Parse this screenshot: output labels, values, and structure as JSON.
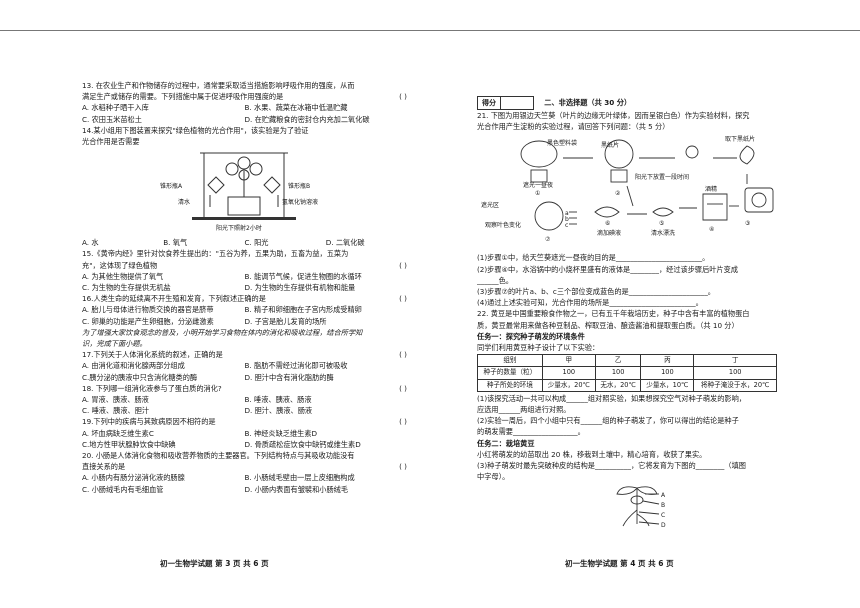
{
  "left": {
    "q13": {
      "stem1": "13. 在农业生产和作物储存的过程中，通常要采取适当措施影响呼吸作用的强度，从而",
      "stem2": "满足生产或储存的需要。下列措施中属于促进呼吸作用强度的是",
      "bracket": "(       )",
      "A": "A. 水稻种子晒干入库",
      "B": "B. 水果、蔬菜在冰箱中低温贮藏",
      "C": "C. 农田玉米苗松土",
      "D": "D. 在贮藏粮食的密封仓内充加二氧化碳"
    },
    "q14": {
      "stem1": "14.某小组用下图装置来探究\"绿色植物的光合作用\"，该实验是为了验证",
      "stem2": "光合作用是否需要",
      "fig_labels": [
        "锥形瓶A",
        "清水",
        "锥形瓶B",
        "氢氧化钠溶液",
        "阳光下照射2小时"
      ],
      "A": "A. 水",
      "B": "B. 氧气",
      "C": "C. 阳光",
      "D": "D. 二氧化碳"
    },
    "q15": {
      "stem1": "15.《黄帝内经》里针对饮食养生提出的：\"五谷为养，五果为助，五畜为益，五菜为",
      "stem2": "充\"，这体现了绿色植物",
      "bracket": "(       )",
      "A": "A. 为其他生物提供了氧气",
      "B": "B. 能调节气候，促进生物圈的水循环",
      "C": "C. 为生物的生存提供无机盐",
      "D": "D. 为生物的生存提供有机物和能量"
    },
    "q16": {
      "stem": "16.人类生命的延续离不开生殖和发育，下列叙述正确的是",
      "bracket": "(       )",
      "A": "A. 胎儿与母体进行物质交换的器官是脐带",
      "B": "B. 精子和卵细胞在子宫内形成受精卵",
      "C": "C. 卵巢的功能是产生卵细胞，分泌雌激素",
      "D": "D. 子宫是胎儿发育的场所"
    },
    "note1": "为了增强大家饮食观念的普及，小明开始学习食物在体内的消化和吸收过程，结合所学知",
    "note2": "识，完成下面小题。",
    "q17": {
      "stem": "17.下列关于人体消化系统的叙述，正确的是",
      "bracket": "(       )",
      "A": "A. 由消化道和消化腺两部分组成",
      "B": "B. 脂肪不需经过消化即可被吸收",
      "C": "C.胰分泌的胰液中只含消化糖类的酶",
      "D": "D. 胆汁中含有消化脂肪的酶"
    },
    "q18": {
      "stem": "18. 下列哪一组消化液参与了蛋白质的消化?",
      "bracket": "(       )",
      "A": "A. 胃液、胰液、肠液",
      "B": "B. 唾液、胰液、肠液",
      "C": "C. 唾液、胰液、胆汁",
      "D": "D. 胆汁、胰液、肠液"
    },
    "q19": {
      "stem": "19.下列中的疾病与其致病原因不相符的是",
      "bracket": "(       )",
      "A": "A. 坏血病缺乏维生素C",
      "B": "B. 神经炎缺乏维生素D",
      "C": "C.地方性甲状腺肿饮食中缺碘",
      "D": "D. 骨质疏松症饮食中缺钙或维生素D"
    },
    "q20": {
      "stem1": "20. 小肠是人体消化食物和吸收营养物质的主要器官。下列结构特点与其吸收功能没有",
      "stem2": "直接关系的是",
      "bracket": "(       )",
      "A": "A. 小肠内有肠分泌消化液的肠腺",
      "B": "B. 小肠绒毛壁由一层上皮细胞构成",
      "C": "C. 小肠绒毛内有毛细血管",
      "D": "D. 小肠内表面有皱襞和小肠绒毛"
    },
    "footer": "初一生物学试题   第 3 页 共 6 页"
  },
  "right": {
    "score_label": "得分",
    "section": "二、非选择题（共 30 分）",
    "q21": {
      "stem1": "21. 下图为用银边天竺葵（叶片的边缘无叶绿体，因而呈银白色）作为实验材料，探究",
      "stem2": "光合作用产生淀粉的实验过程，请回答下列问题：（共 5 分）",
      "fig_labels": [
        "黑色塑料袋",
        "遮光一昼夜",
        "黑纸片",
        "阳光下放置一段时间",
        "取下黑纸片",
        "酒精",
        "遮光区",
        "观察叶色变化",
        "滴加碘液",
        "清水漂洗",
        "①",
        "②",
        "③",
        "④",
        "⑤",
        "⑥",
        "⑦",
        "a",
        "b",
        "c"
      ],
      "p1a": "(1)步骤①中，给天竺葵遮光一昼夜的目的是",
      "p1b": "(2)步骤④中，水浴锅中的小烧杯里盛有的液体是",
      "p1c": "，经过该步骤后叶片变成",
      "p1d": "色。",
      "p3": "(3)步骤⑦的叶片a、b、c三个部位变成蓝色的是",
      "p4": "(4)通过上述实验可知，光合作用的场所是",
      "end": "。"
    },
    "q22": {
      "stem1": "22. 黄豆是中国重要粮食作物之一，已有五千年栽培历史，种子中含有丰富的植物蛋白",
      "stem2": "质，黄豆最常用来做各种豆制品、榨取豆油、酿造酱油和提取蛋白质。（共 10 分）",
      "task1": "任务一：探究种子萌发的环境条件",
      "task1b": "同学们利用黄豆种子设计了以下实验：",
      "table": {
        "head": [
          "组别",
          "甲",
          "乙",
          "丙",
          "丁"
        ],
        "row1": [
          "种子的数量（粒）",
          "100",
          "100",
          "100",
          "100"
        ],
        "row2": [
          "种子所处的环境",
          "少量水，20℃",
          "无水，20℃",
          "少量水，10℃",
          "将种子淹没于水，20℃"
        ]
      },
      "p1a": "(1)该探究活动一共可以构成",
      "p1b": "组对照实验，如果想探究空气对种子萌发的影响，",
      "p1c": "应选用",
      "p1d": "两组进行对照。",
      "p2a": "(2)实验一周后，四个小组中只有",
      "p2b": "组的种子萌发了，你可以得出的结论是种子",
      "p2c": "的萌发需要",
      "task2": "任务二：栽培黄豆",
      "task2b": "小红将萌发的幼苗取出 20 株，移栽到土壤中，精心培育，收获了果实。",
      "p3a": "(3)种子萌发时最先突破种皮的结构是",
      "p3b": "，它将发育为下图的",
      "p3c": "（填图",
      "p3d": "中字母）。",
      "fig_labels": [
        "A",
        "B",
        "C",
        "D"
      ]
    },
    "footer": "初一生物学试题   第 4 页 共 6 页"
  }
}
